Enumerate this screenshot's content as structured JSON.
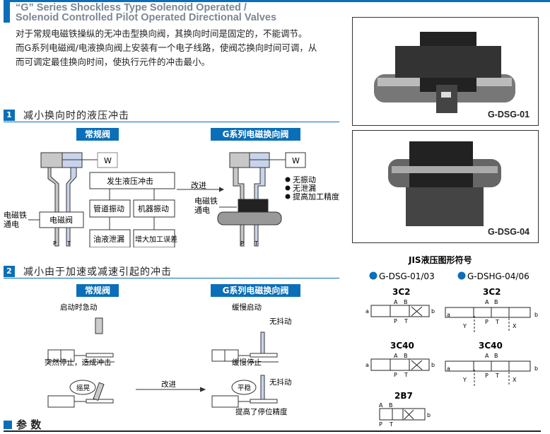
{
  "header": {
    "title_line1": "“G” Series Shockless Type Solenoid Operated /",
    "title_line2": "Solenoid Controlled Pilot Operated Directional Valves",
    "intro": [
      "对于常规电磁铁操纵的无冲击型换向阀，其换向时间是固定的，不能调节。",
      "而G系列电磁阀/电液换向阀上安装有一个电子线路，使阀芯换向时间可调，从",
      "而可调定最佳换向时间，使执行元件的冲击最小。"
    ]
  },
  "photos": [
    {
      "label": "G-DSG-01"
    },
    {
      "label": "G-DSG-04"
    }
  ],
  "section1": {
    "num": "1",
    "title": "减小换向时的液压冲击",
    "left_tag": "常规阀",
    "right_tag": "G系列电磁换向阀",
    "w": "W",
    "flow": {
      "top": "发生液压冲击",
      "b1": "管道振动",
      "b2": "机器振动",
      "b3": "油液泄漏",
      "b4": "增大加工误差"
    },
    "valve": "电磁阀",
    "energize": [
      "电磁铁",
      "通电"
    ],
    "p": "P",
    "t": "T",
    "improve": "改进",
    "benefits": [
      "无振动",
      "无泄漏",
      "提高加工精度"
    ]
  },
  "section2": {
    "num": "2",
    "title": "减小由于加速或减速引起的冲击",
    "left_tag": "常规阀",
    "right_tag": "G系列电磁换向阀",
    "start_jerk": "启动时急动",
    "sudden_stop": "突然停止，造成冲击",
    "sway": "摇晃",
    "improve": "改进",
    "slow_start": "缓慢启动",
    "slow_stop": "缓慢停止",
    "no_shake": "无抖动",
    "stable": "平稳",
    "precision": "提高了停位精度"
  },
  "jis": {
    "title": "JIS液压图形符号",
    "group1": "G-DSG-01/03",
    "group2": "G-DSHG-04/06",
    "sym": {
      "c2": "3C2",
      "c40": "3C40",
      "b7": "2B7"
    },
    "ports": {
      "a": "a",
      "b": "b",
      "A": "A",
      "B": "B",
      "P": "P",
      "T": "T",
      "X": "X",
      "Y": "Y"
    }
  },
  "params": {
    "title": "参 数"
  },
  "colors": {
    "accent": "#0a6fb8",
    "pipe_left": "#c8c8c8",
    "pipe_right": "#c8d4ec"
  }
}
